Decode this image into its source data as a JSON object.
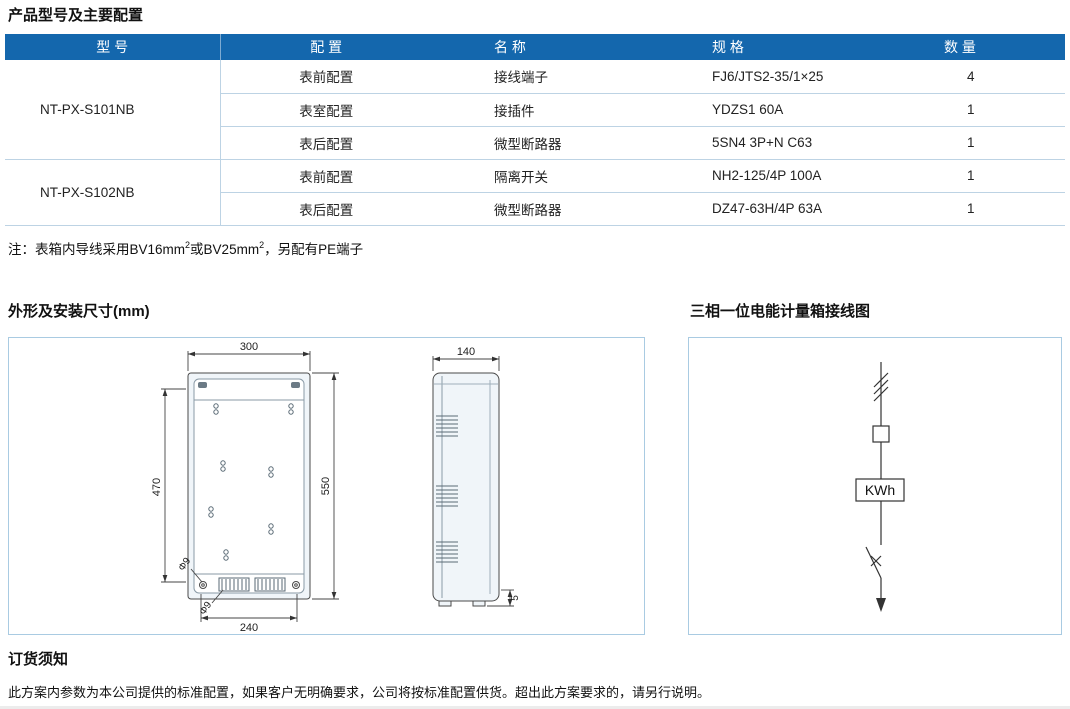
{
  "colors": {
    "header_bg": "#1467ad",
    "header_text": "#ffffff",
    "table_border": "#bdd3e4",
    "panel_border": "#a9cbe2"
  },
  "product_table": {
    "title": "产品型号及主要配置",
    "headers": [
      "型 号",
      "配 置",
      "名 称",
      "规 格",
      "数 量"
    ],
    "groups": [
      {
        "model": "NT-PX-S101NB",
        "rows": [
          {
            "config": "表前配置",
            "name": "接线端子",
            "spec": "FJ6/JTS2-35/1×25",
            "qty": "4"
          },
          {
            "config": "表室配置",
            "name": "接插件",
            "spec": "YDZS1 60A",
            "qty": "1"
          },
          {
            "config": "表后配置",
            "name": "微型断路器",
            "spec": "5SN4 3P+N C63",
            "qty": "1"
          }
        ]
      },
      {
        "model": "NT-PX-S102NB",
        "rows": [
          {
            "config": "表前配置",
            "name": "隔离开关",
            "spec": "NH2-125/4P 100A",
            "qty": "1"
          },
          {
            "config": "表后配置",
            "name": "微型断路器",
            "spec": "DZ47-63H/4P 63A",
            "qty": "1"
          }
        ]
      }
    ],
    "note": {
      "part1": "注：表箱内导线采用BV16mm",
      "sup1": "2",
      "part2": "或BV25mm",
      "sup2": "2",
      "part3": "，另配有PE端子"
    }
  },
  "dimensions_section": {
    "title": "外形及安装尺寸(mm)",
    "labels": {
      "front_width": "300",
      "front_height_left": "470",
      "front_height_right": "550",
      "front_bottom_width": "240",
      "hole_top": "Φ9",
      "hole_bottom": "Φ9",
      "side_width": "140",
      "side_offset": "5"
    }
  },
  "wiring_section": {
    "title": "三相一位电能计量箱接线图",
    "meter_label": "KWh"
  },
  "ordering_section": {
    "title": "订货须知",
    "text": "此方案内参数为本公司提供的标准配置，如果客户无明确要求，公司将按标准配置供货。超出此方案要求的，请另行说明。"
  }
}
